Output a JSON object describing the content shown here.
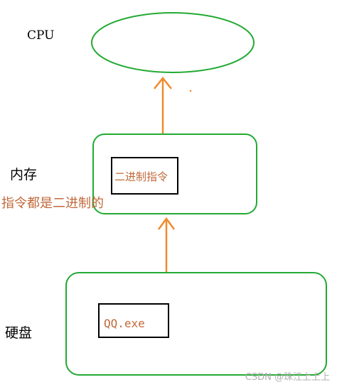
{
  "labels": {
    "cpu": "CPU",
    "memory": "内存",
    "disk": "硬盘"
  },
  "memory_box": {
    "instruction": "二进制指令"
  },
  "disk_box": {
    "file": "QQ.exe"
  },
  "note": "指令都是二进制的",
  "watermark": "CSDN @珠江上上上",
  "colors": {
    "shape_border": "#22aa33",
    "arrow": "#f08a2c",
    "annotation_text": "#c0693a",
    "watermark_text": "#b0b0b0",
    "inner_border": "#000000"
  }
}
